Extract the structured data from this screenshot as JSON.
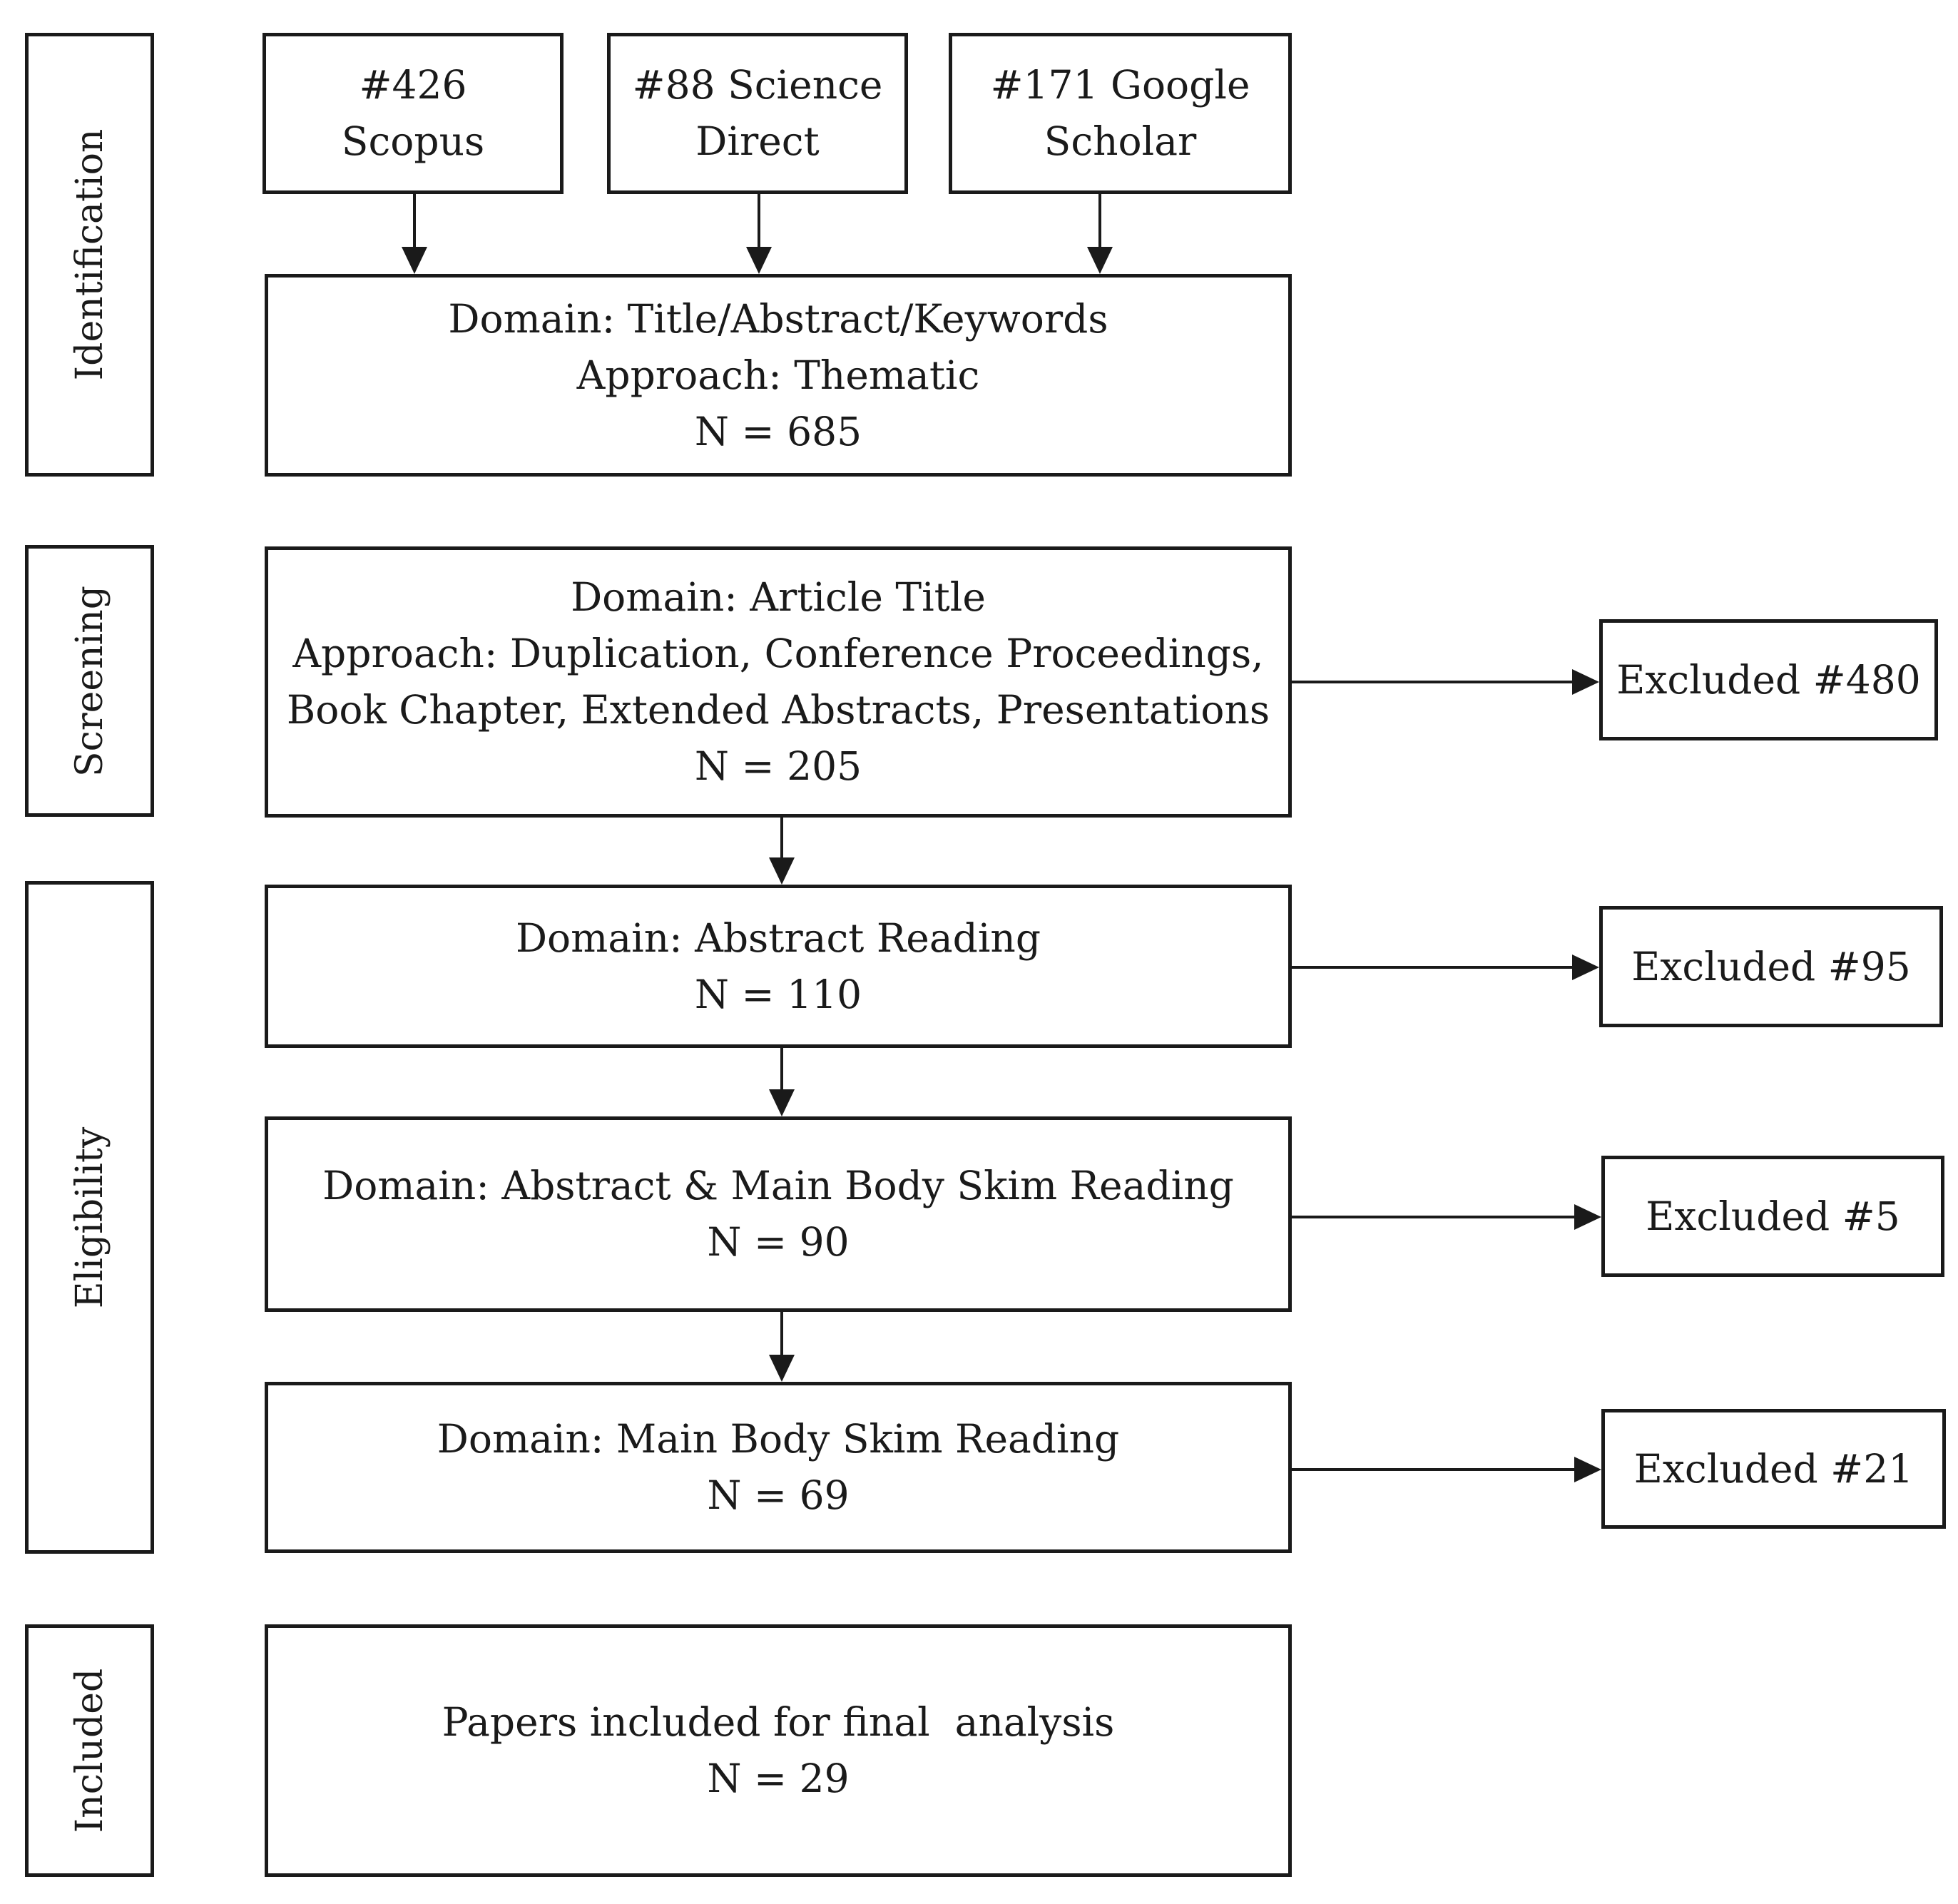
{
  "stages": {
    "identification": "Identification",
    "screening": "Screening",
    "eligibility": "Eligibility",
    "included": "Included"
  },
  "sources": {
    "scopus": [
      "#426",
      "Scopus"
    ],
    "science_direct": [
      "#88 Science",
      "Direct"
    ],
    "google_scholar": [
      "#171 Google",
      "Scholar"
    ]
  },
  "identification_box": [
    "Domain: Title/Abstract/Keywords",
    "Approach: Thematic",
    "N = 685"
  ],
  "screening_box": [
    "Domain: Article Title",
    "Approach: Duplication, Conference Proceedings,",
    "Book Chapter, Extended Abstracts, Presentations",
    "N = 205"
  ],
  "eligibility_boxes": {
    "abstract_reading": [
      "Domain: Abstract Reading",
      "N = 110"
    ],
    "abstract_main_body": [
      "Domain: Abstract & Main Body Skim Reading",
      "N = 90"
    ],
    "main_body": [
      "Domain: Main Body Skim Reading",
      "N = 69"
    ]
  },
  "included_box": [
    "Papers included for final  analysis",
    "N = 29"
  ],
  "excluded": {
    "screening": "Excluded #480",
    "abstract_reading": "Excluded #95",
    "abstract_main_body": "Excluded #5",
    "main_body": "Excluded #21"
  },
  "colors": {
    "stroke": "#1a1a1a",
    "background": "#ffffff"
  }
}
